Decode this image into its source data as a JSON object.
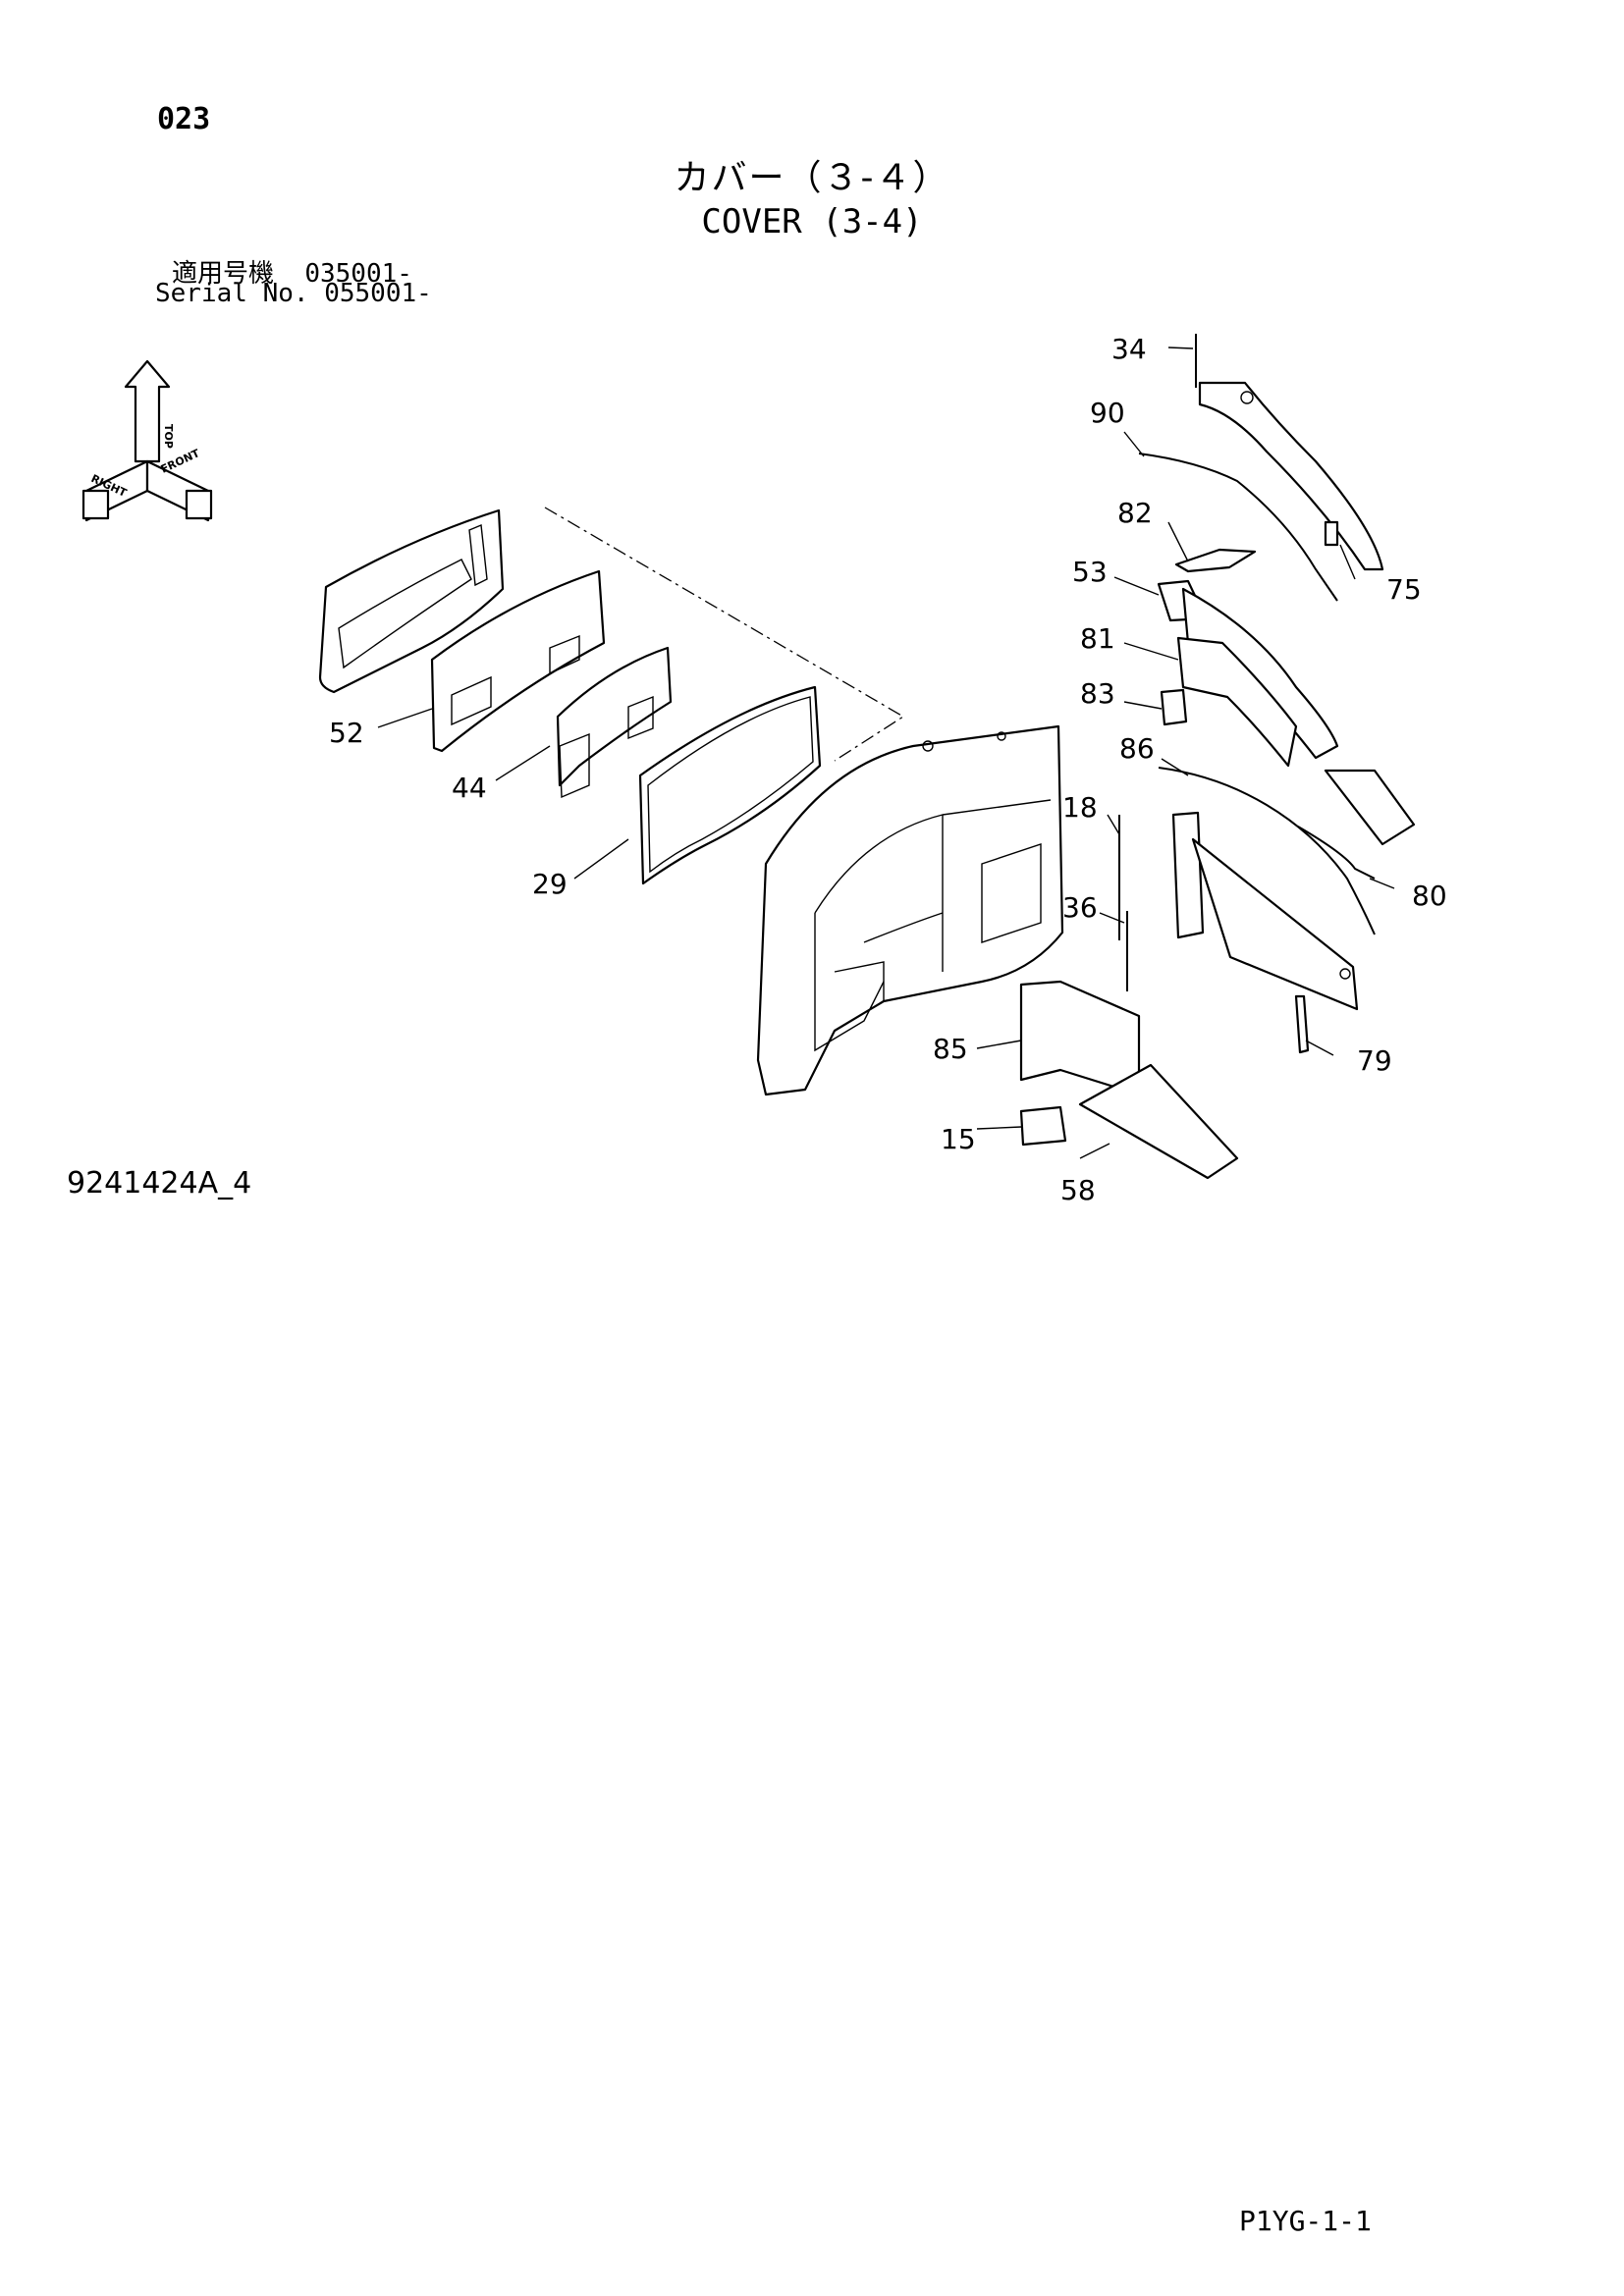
{
  "page_number": "023",
  "title_jp": "カバー（３-４）",
  "title_en": "COVER (3-4)",
  "serial": {
    "label_jp": "適用号機",
    "value_jp": "035001-",
    "label_en": "Serial No.",
    "value_en": "055001-"
  },
  "orientation_labels": {
    "top": "TOP",
    "right": "RIGHT",
    "front": "FRONT"
  },
  "callouts": {
    "c34": "34",
    "c90": "90",
    "c82": "82",
    "c75": "75",
    "c53": "53",
    "c81": "81",
    "c83": "83",
    "c86": "86",
    "c80": "80",
    "c18": "18",
    "c36": "36",
    "c79": "79",
    "c85": "85",
    "c15": "15",
    "c58": "58",
    "c52": "52",
    "c44": "44",
    "c29": "29"
  },
  "drawing_id": "9241424A_4",
  "footer_code": "P1YG-1-1"
}
